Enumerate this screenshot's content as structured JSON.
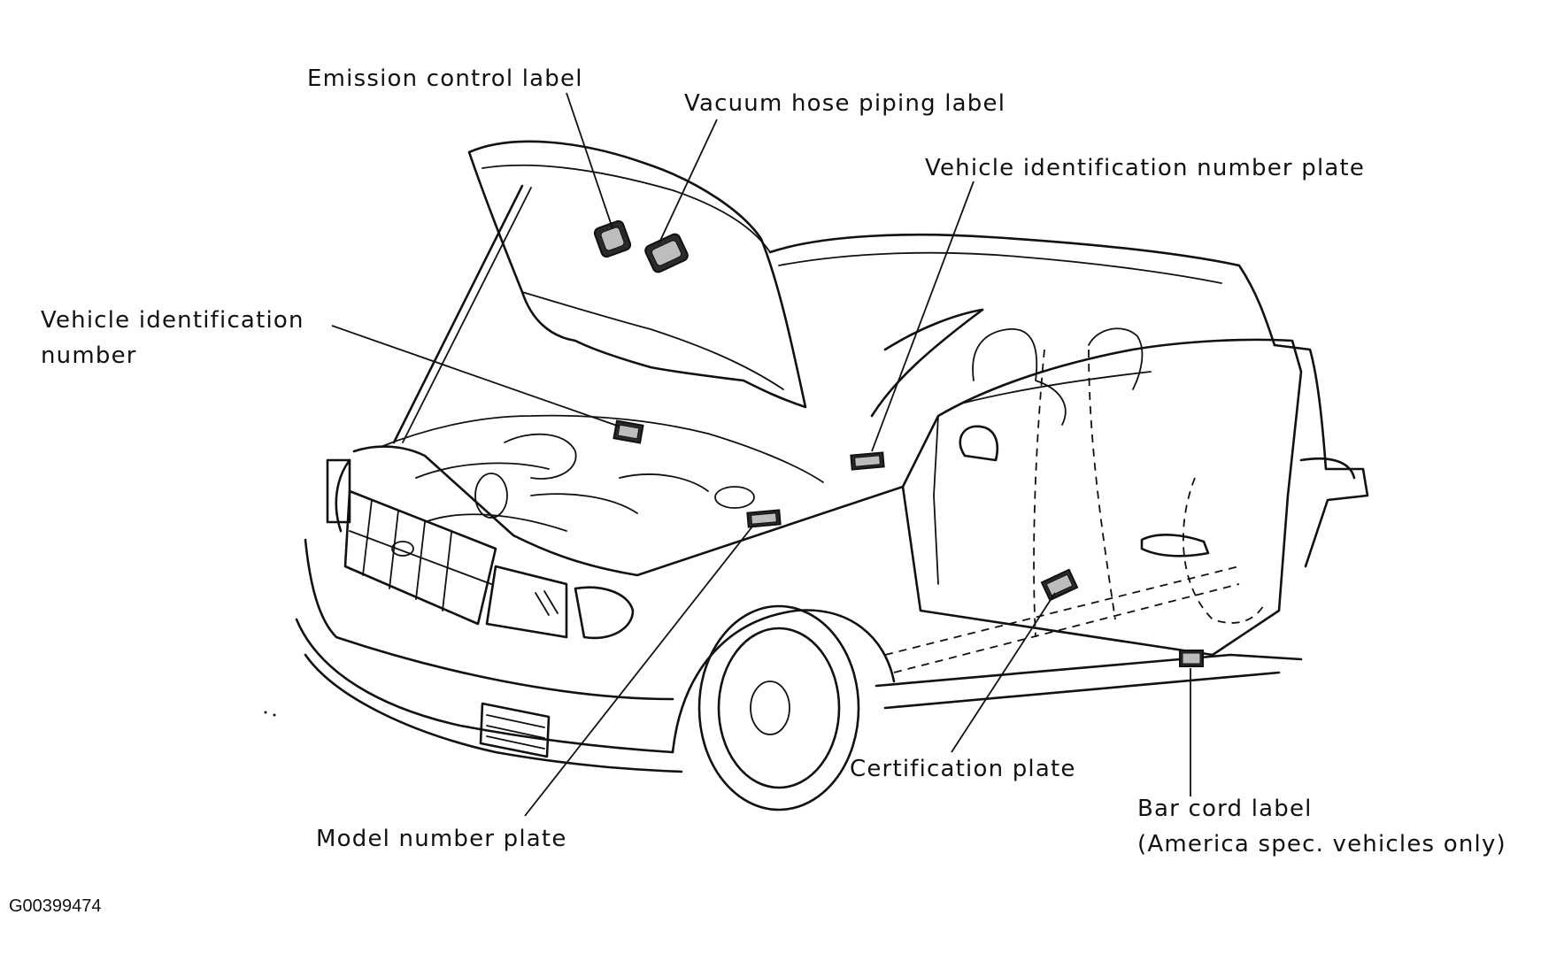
{
  "labels": {
    "emission_control": "Emission control label",
    "vacuum_hose": "Vacuum hose piping label",
    "vin_plate": "Vehicle identification number plate",
    "vin_line1": "Vehicle identification",
    "vin_line2": "number",
    "model_plate": "Model number plate",
    "certification": "Certification plate",
    "bar_cord_line1": "Bar cord label",
    "bar_cord_line2": "(America spec. vehicles only)"
  },
  "figure_id": "G00399474"
}
